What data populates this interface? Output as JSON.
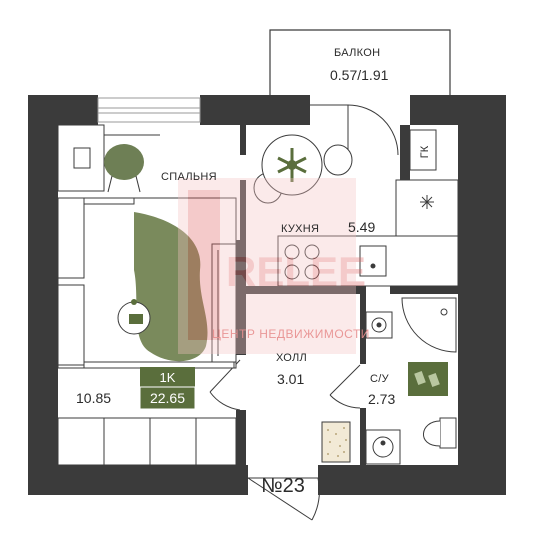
{
  "rooms": {
    "balcony": {
      "name": "БАЛКОН",
      "area": "0.57/1.91"
    },
    "bedroom": {
      "name": "СПАЛЬНЯ",
      "area": "10.85"
    },
    "kitchen": {
      "name": "КУХНЯ",
      "area": "5.49"
    },
    "hall": {
      "name": "ХОЛЛ",
      "area": "3.01"
    },
    "bathroom": {
      "name": "С/У",
      "area": "2.73"
    }
  },
  "summary": {
    "type": "1K",
    "total_area": "22.65",
    "unit_number": "№23"
  },
  "fixtures": {
    "gas_cabinet": "ГК"
  },
  "watermark": {
    "brand": "RELEE",
    "caption": "ЦЕНТР НЕДВИЖИМОСТИ"
  },
  "colors": {
    "wall": "#3b3b3b",
    "accent": "#5a6e3c",
    "rug": "#7a8a5c",
    "watermark": "#e06a6a"
  }
}
